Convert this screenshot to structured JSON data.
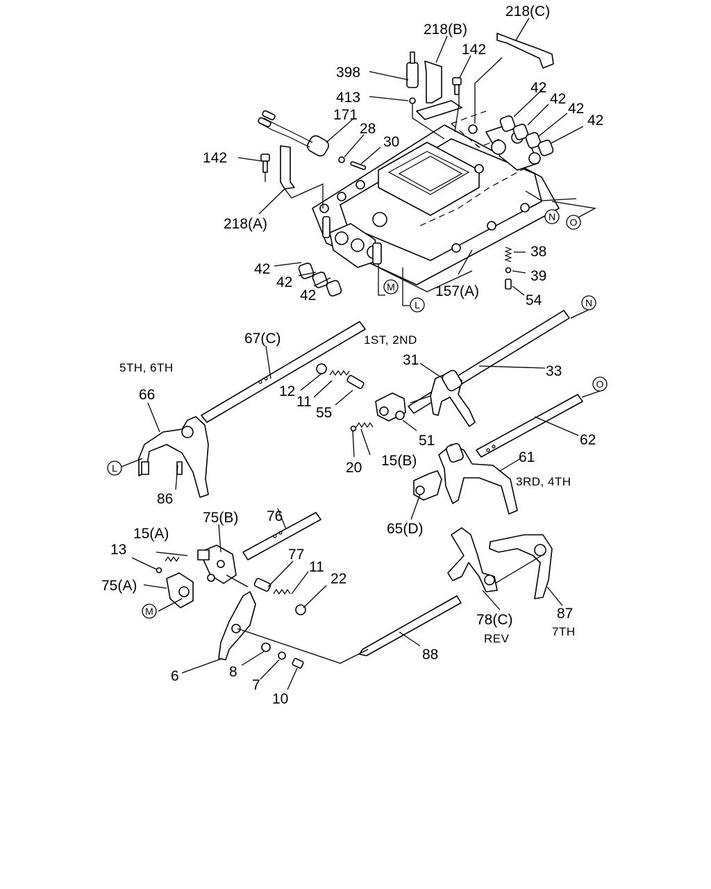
{
  "labels": {
    "p218c": "218(C)",
    "p218b": "218(B)",
    "p142a": "142",
    "p398": "398",
    "p413": "413",
    "p171": "171",
    "p28": "28",
    "p30": "30",
    "p142b": "142",
    "p218a": "218(A)",
    "p42_r1": "42",
    "p42_r2": "42",
    "p42_r3": "42",
    "p42_r4": "42",
    "p42_l1": "42",
    "p42_l2": "42",
    "p42_l3": "42",
    "p38": "38",
    "p39": "39",
    "p54": "54",
    "p157a": "157(A)",
    "p67c": "67(C)",
    "p31": "31",
    "p33": "33",
    "p12": "12",
    "p11a": "11",
    "p55": "55",
    "p66": "66",
    "p86": "86",
    "p51": "51",
    "p15b": "15(B)",
    "p20": "20",
    "p62": "62",
    "p61": "61",
    "p65d": "65(D)",
    "p76": "76",
    "p75b": "75(B)",
    "p15a": "15(A)",
    "p13": "13",
    "p75a": "75(A)",
    "p77": "77",
    "p11b": "11",
    "p22": "22",
    "p78c": "78(C)",
    "p87": "87",
    "p88": "88",
    "p6": "6",
    "p8": "8",
    "p7": "7",
    "p10": "10"
  },
  "notes": {
    "n_1st2nd": "1ST, 2ND",
    "n_5th6th": "5TH, 6TH",
    "n_3rd4th": "3RD, 4TH",
    "n_rev": "REV",
    "n_7th": "7TH"
  },
  "refs": {
    "ref_n_top": "N",
    "ref_o_top": "O",
    "ref_m_top": "M",
    "ref_l_top": "L",
    "ref_n_rod": "N",
    "ref_o_rod": "O",
    "ref_l_fork": "L",
    "ref_m_lock": "M"
  }
}
